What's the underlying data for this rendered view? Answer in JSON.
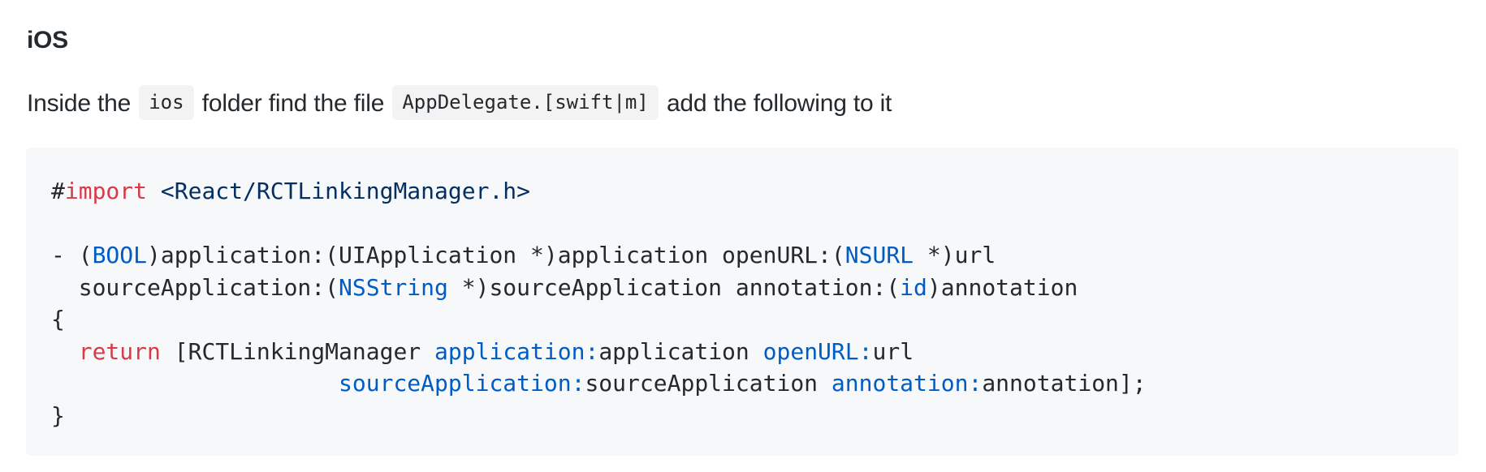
{
  "heading": {
    "title": "iOS"
  },
  "paragraph": {
    "text_before": "Inside the",
    "code_folder": "ios",
    "text_middle": "folder find the file",
    "code_file": "AppDelegate.[swift|m]",
    "text_after": "add the following to it"
  },
  "colors": {
    "text": "#24292e",
    "code_background": "#f6f8fa",
    "inline_code_background": "#f3f3f3",
    "keyword": "#d73a49",
    "string": "#032f62",
    "type": "#005cc5"
  },
  "code_block": {
    "language": "objective-c",
    "lines": [
      [
        {
          "t": "#",
          "k": "plain"
        },
        {
          "t": "import",
          "k": "keyword"
        },
        {
          "t": " ",
          "k": "plain"
        },
        {
          "t": "<React/RCTLinkingManager.h>",
          "k": "string"
        }
      ],
      [],
      [
        {
          "t": "- (",
          "k": "plain"
        },
        {
          "t": "BOOL",
          "k": "type"
        },
        {
          "t": ")application:(UIApplication *)application openURL:(",
          "k": "plain"
        },
        {
          "t": "NSURL",
          "k": "type"
        },
        {
          "t": " *)url",
          "k": "plain"
        }
      ],
      [
        {
          "t": "  sourceApplication:(",
          "k": "plain"
        },
        {
          "t": "NSString",
          "k": "type"
        },
        {
          "t": " *)sourceApplication annotation:(",
          "k": "plain"
        },
        {
          "t": "id",
          "k": "type"
        },
        {
          "t": ")annotation",
          "k": "plain"
        }
      ],
      [
        {
          "t": "{",
          "k": "plain"
        }
      ],
      [
        {
          "t": "  ",
          "k": "plain"
        },
        {
          "t": "return",
          "k": "keyword"
        },
        {
          "t": " [RCTLinkingManager ",
          "k": "plain"
        },
        {
          "t": "application:",
          "k": "selector"
        },
        {
          "t": "application ",
          "k": "plain"
        },
        {
          "t": "openURL:",
          "k": "selector"
        },
        {
          "t": "url",
          "k": "plain"
        }
      ],
      [
        {
          "t": "                     ",
          "k": "plain"
        },
        {
          "t": "sourceApplication:",
          "k": "selector"
        },
        {
          "t": "sourceApplication ",
          "k": "plain"
        },
        {
          "t": "annotation:",
          "k": "selector"
        },
        {
          "t": "annotation];",
          "k": "plain"
        }
      ],
      [
        {
          "t": "}",
          "k": "plain"
        }
      ]
    ]
  }
}
